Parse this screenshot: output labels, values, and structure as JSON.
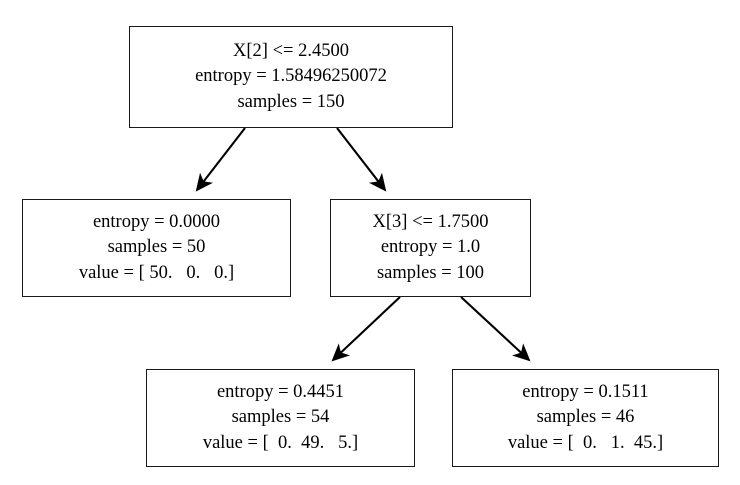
{
  "diagram": {
    "type": "decision-tree",
    "title": "",
    "background_color": "#ffffff",
    "node_border_color": "#1a1a1a",
    "node_fill_color": "#ffffff",
    "text_color": "#000000",
    "edge_color": "#000000"
  },
  "nodes": {
    "root": {
      "id": "root",
      "role": "decision",
      "condition": "X[2] <= 2.4500",
      "entropy": "entropy = 1.58496250072",
      "samples": "samples = 150",
      "entropy_value": 1.58496250072,
      "samples_value": 150,
      "feature_index": 2,
      "threshold": 2.45
    },
    "left_leaf": {
      "id": "left_leaf",
      "role": "leaf",
      "entropy": "entropy = 0.0000",
      "samples": "samples = 50",
      "value": "value = [ 50.   0.   0.]",
      "entropy_value": 0.0,
      "samples_value": 50,
      "value_array": [
        50.0,
        0.0,
        0.0
      ]
    },
    "right_internal": {
      "id": "right_internal",
      "role": "decision",
      "condition": "X[3] <= 1.7500",
      "entropy": "entropy = 1.0",
      "samples": "samples = 100",
      "entropy_value": 1.0,
      "samples_value": 100,
      "feature_index": 3,
      "threshold": 1.75
    },
    "bottom_left_leaf": {
      "id": "bottom_left_leaf",
      "role": "leaf",
      "entropy": "entropy = 0.4451",
      "samples": "samples = 54",
      "value": "value = [  0.  49.   5.]",
      "entropy_value": 0.4451,
      "samples_value": 54,
      "value_array": [
        0.0,
        49.0,
        5.0
      ]
    },
    "bottom_right_leaf": {
      "id": "bottom_right_leaf",
      "role": "leaf",
      "entropy": "entropy = 0.1511",
      "samples": "samples = 46",
      "value": "value = [  0.   1.  45.]",
      "entropy_value": 0.1511,
      "samples_value": 46,
      "value_array": [
        0.0,
        1.0,
        45.0
      ]
    }
  },
  "edges": [
    {
      "from": "root",
      "to": "left_leaf",
      "branch": "true"
    },
    {
      "from": "root",
      "to": "right_internal",
      "branch": "false"
    },
    {
      "from": "right_internal",
      "to": "bottom_left_leaf",
      "branch": "true"
    },
    {
      "from": "right_internal",
      "to": "bottom_right_leaf",
      "branch": "false"
    }
  ]
}
